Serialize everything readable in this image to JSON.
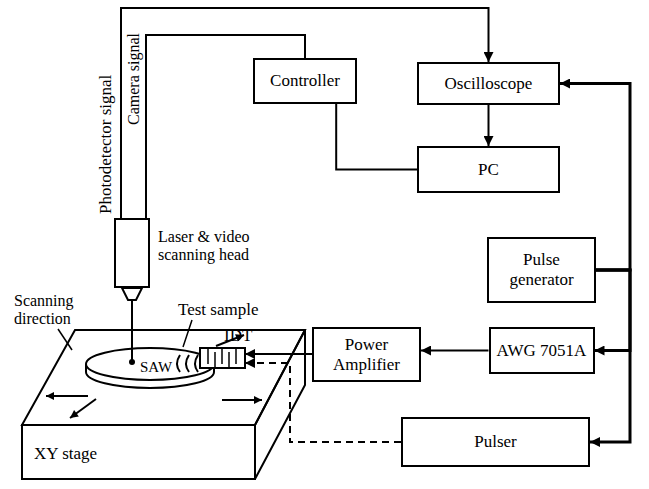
{
  "diagram": {
    "nodes": [
      {
        "text": [
          "Controller"
        ]
      },
      {
        "text": [
          "Oscilloscope"
        ]
      },
      {
        "text": [
          "PC"
        ]
      },
      {
        "text": [
          "Pulse generator"
        ]
      },
      {
        "text": [
          "AWG 7051A"
        ]
      },
      {
        "text": [
          "Power Amplifier"
        ]
      },
      {
        "text": [
          "Pulser"
        ]
      },
      {
        "text": [
          "Laser & video scanning head"
        ]
      },
      {
        "text": [
          "XY stage"
        ]
      },
      {
        "text": [
          "Test sample"
        ],
        "in": 8
      },
      {
        "text": [
          "IDT"
        ],
        "in": 8
      }
    ],
    "edges": [
      {
        "from": 7,
        "to": 1,
        "arrow": "to"
      },
      {
        "from": 7,
        "to": 0,
        "arrow": "none"
      },
      {
        "from": 0,
        "to": 2,
        "arrow": "none"
      },
      {
        "from": 1,
        "to": 2,
        "arrow": "to"
      },
      {
        "from": 3,
        "to": 1,
        "arrow": "to"
      },
      {
        "from": 3,
        "to": 4,
        "arrow": "to"
      },
      {
        "from": 3,
        "to": 6,
        "arrow": "to"
      },
      {
        "from": 4,
        "to": 5,
        "arrow": "to"
      },
      {
        "from": 5,
        "to": 10,
        "arrow": "to"
      },
      {
        "from": 6,
        "to": 10,
        "arrow": "to"
      }
    ],
    "labels": [
      "Photodetector signal",
      "Camera signal",
      "Scanning direction",
      "SAW"
    ]
  }
}
